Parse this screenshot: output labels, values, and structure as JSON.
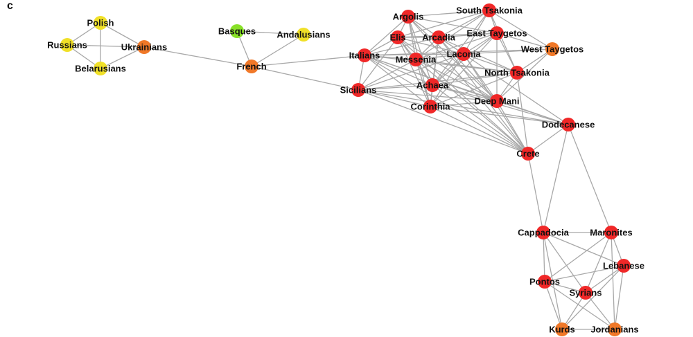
{
  "panel_label": "c",
  "colors": {
    "red": "#f02828",
    "orange": "#f07828",
    "yellow": "#f0e028",
    "green": "#88e028",
    "edge": "#a8a8a8"
  },
  "nodes": [
    {
      "id": "Polish",
      "color": "yellow"
    },
    {
      "id": "Russians",
      "color": "yellow"
    },
    {
      "id": "Ukrainians",
      "color": "orange"
    },
    {
      "id": "Belarusians",
      "color": "yellow"
    },
    {
      "id": "Basques",
      "color": "green"
    },
    {
      "id": "Andalusians",
      "color": "yellow"
    },
    {
      "id": "French",
      "color": "orange"
    },
    {
      "id": "Italians",
      "color": "red"
    },
    {
      "id": "Sicilians",
      "color": "red"
    },
    {
      "id": "Argolis",
      "color": "red"
    },
    {
      "id": "South Tsakonia",
      "color": "red"
    },
    {
      "id": "Elis",
      "color": "red"
    },
    {
      "id": "Arcadia",
      "color": "red"
    },
    {
      "id": "East Taygetos",
      "color": "red"
    },
    {
      "id": "West Taygetos",
      "color": "orange"
    },
    {
      "id": "Messenia",
      "color": "red"
    },
    {
      "id": "Laconia",
      "color": "red"
    },
    {
      "id": "North Tsakonia",
      "color": "red"
    },
    {
      "id": "Achaea",
      "color": "red"
    },
    {
      "id": "Corinthia",
      "color": "red"
    },
    {
      "id": "Deep Mani",
      "color": "red"
    },
    {
      "id": "Dodecanese",
      "color": "red"
    },
    {
      "id": "Crete",
      "color": "red"
    },
    {
      "id": "Cappadocia",
      "color": "red"
    },
    {
      "id": "Maronites",
      "color": "red"
    },
    {
      "id": "Lebanese",
      "color": "red"
    },
    {
      "id": "Pontos",
      "color": "red"
    },
    {
      "id": "Syrians",
      "color": "red"
    },
    {
      "id": "Kurds",
      "color": "orange"
    },
    {
      "id": "Jordanians",
      "color": "orange"
    }
  ],
  "edges": [
    [
      "Polish",
      "Russians"
    ],
    [
      "Polish",
      "Ukrainians"
    ],
    [
      "Polish",
      "Belarusians"
    ],
    [
      "Russians",
      "Ukrainians"
    ],
    [
      "Russians",
      "Belarusians"
    ],
    [
      "Ukrainians",
      "Belarusians"
    ],
    [
      "Ukrainians",
      "French"
    ],
    [
      "Basques",
      "French"
    ],
    [
      "Basques",
      "Andalusians"
    ],
    [
      "Andalusians",
      "French"
    ],
    [
      "French",
      "Italians"
    ],
    [
      "French",
      "Sicilians"
    ],
    [
      "Italians",
      "Sicilians"
    ],
    [
      "Italians",
      "Argolis"
    ],
    [
      "Italians",
      "Elis"
    ],
    [
      "Italians",
      "Arcadia"
    ],
    [
      "Italians",
      "Messenia"
    ],
    [
      "Italians",
      "Laconia"
    ],
    [
      "Italians",
      "Achaea"
    ],
    [
      "Italians",
      "Corinthia"
    ],
    [
      "Italians",
      "Deep Mani"
    ],
    [
      "Italians",
      "North Tsakonia"
    ],
    [
      "Italians",
      "Crete"
    ],
    [
      "Italians",
      "Dodecanese"
    ],
    [
      "Italians",
      "West Taygetos"
    ],
    [
      "Sicilians",
      "Elis"
    ],
    [
      "Sicilians",
      "Messenia"
    ],
    [
      "Sicilians",
      "Achaea"
    ],
    [
      "Sicilians",
      "Corinthia"
    ],
    [
      "Sicilians",
      "Laconia"
    ],
    [
      "Sicilians",
      "Deep Mani"
    ],
    [
      "Sicilians",
      "Crete"
    ],
    [
      "Sicilians",
      "North Tsakonia"
    ],
    [
      "Sicilians",
      "Dodecanese"
    ],
    [
      "Argolis",
      "South Tsakonia"
    ],
    [
      "Argolis",
      "Elis"
    ],
    [
      "Argolis",
      "Arcadia"
    ],
    [
      "Argolis",
      "Messenia"
    ],
    [
      "Argolis",
      "Laconia"
    ],
    [
      "Argolis",
      "Achaea"
    ],
    [
      "Argolis",
      "East Taygetos"
    ],
    [
      "Argolis",
      "Corinthia"
    ],
    [
      "Argolis",
      "Deep Mani"
    ],
    [
      "Argolis",
      "Crete"
    ],
    [
      "South Tsakonia",
      "Elis"
    ],
    [
      "South Tsakonia",
      "Arcadia"
    ],
    [
      "South Tsakonia",
      "East Taygetos"
    ],
    [
      "South Tsakonia",
      "Laconia"
    ],
    [
      "South Tsakonia",
      "North Tsakonia"
    ],
    [
      "South Tsakonia",
      "West Taygetos"
    ],
    [
      "South Tsakonia",
      "Messenia"
    ],
    [
      "South Tsakonia",
      "Achaea"
    ],
    [
      "Elis",
      "Arcadia"
    ],
    [
      "Elis",
      "Messenia"
    ],
    [
      "Elis",
      "Laconia"
    ],
    [
      "Elis",
      "Achaea"
    ],
    [
      "Elis",
      "Corinthia"
    ],
    [
      "Elis",
      "East Taygetos"
    ],
    [
      "Elis",
      "Deep Mani"
    ],
    [
      "Elis",
      "Crete"
    ],
    [
      "Arcadia",
      "Messenia"
    ],
    [
      "Arcadia",
      "Laconia"
    ],
    [
      "Arcadia",
      "Achaea"
    ],
    [
      "Arcadia",
      "Corinthia"
    ],
    [
      "Arcadia",
      "East Taygetos"
    ],
    [
      "Arcadia",
      "North Tsakonia"
    ],
    [
      "Arcadia",
      "Deep Mani"
    ],
    [
      "Arcadia",
      "Crete"
    ],
    [
      "East Taygetos",
      "Laconia"
    ],
    [
      "East Taygetos",
      "West Taygetos"
    ],
    [
      "East Taygetos",
      "North Tsakonia"
    ],
    [
      "East Taygetos",
      "Deep Mani"
    ],
    [
      "East Taygetos",
      "Messenia"
    ],
    [
      "East Taygetos",
      "Achaea"
    ],
    [
      "East Taygetos",
      "Corinthia"
    ],
    [
      "West Taygetos",
      "Laconia"
    ],
    [
      "West Taygetos",
      "North Tsakonia"
    ],
    [
      "West Taygetos",
      "Deep Mani"
    ],
    [
      "Messenia",
      "Laconia"
    ],
    [
      "Messenia",
      "Achaea"
    ],
    [
      "Messenia",
      "Corinthia"
    ],
    [
      "Messenia",
      "North Tsakonia"
    ],
    [
      "Messenia",
      "Deep Mani"
    ],
    [
      "Messenia",
      "Crete"
    ],
    [
      "Laconia",
      "North Tsakonia"
    ],
    [
      "Laconia",
      "Achaea"
    ],
    [
      "Laconia",
      "Corinthia"
    ],
    [
      "Laconia",
      "Deep Mani"
    ],
    [
      "Laconia",
      "Crete"
    ],
    [
      "Laconia",
      "Dodecanese"
    ],
    [
      "North Tsakonia",
      "Achaea"
    ],
    [
      "North Tsakonia",
      "Deep Mani"
    ],
    [
      "North Tsakonia",
      "Crete"
    ],
    [
      "North Tsakonia",
      "Corinthia"
    ],
    [
      "Achaea",
      "Corinthia"
    ],
    [
      "Achaea",
      "Deep Mani"
    ],
    [
      "Achaea",
      "Crete"
    ],
    [
      "Achaea",
      "Dodecanese"
    ],
    [
      "Corinthia",
      "Deep Mani"
    ],
    [
      "Corinthia",
      "Crete"
    ],
    [
      "Corinthia",
      "Dodecanese"
    ],
    [
      "Deep Mani",
      "Crete"
    ],
    [
      "Deep Mani",
      "Dodecanese"
    ],
    [
      "Dodecanese",
      "Crete"
    ],
    [
      "Crete",
      "Cappadocia"
    ],
    [
      "Dodecanese",
      "Cappadocia"
    ],
    [
      "Dodecanese",
      "Maronites"
    ],
    [
      "Cappadocia",
      "Maronites"
    ],
    [
      "Cappadocia",
      "Pontos"
    ],
    [
      "Cappadocia",
      "Syrians"
    ],
    [
      "Cappadocia",
      "Lebanese"
    ],
    [
      "Cappadocia",
      "Kurds"
    ],
    [
      "Maronites",
      "Lebanese"
    ],
    [
      "Maronites",
      "Pontos"
    ],
    [
      "Maronites",
      "Syrians"
    ],
    [
      "Maronites",
      "Jordanians"
    ],
    [
      "Lebanese",
      "Pontos"
    ],
    [
      "Lebanese",
      "Syrians"
    ],
    [
      "Lebanese",
      "Kurds"
    ],
    [
      "Lebanese",
      "Jordanians"
    ],
    [
      "Pontos",
      "Syrians"
    ],
    [
      "Pontos",
      "Kurds"
    ],
    [
      "Pontos",
      "Jordanians"
    ],
    [
      "Syrians",
      "Kurds"
    ],
    [
      "Syrians",
      "Jordanians"
    ],
    [
      "Kurds",
      "Jordanians"
    ]
  ]
}
